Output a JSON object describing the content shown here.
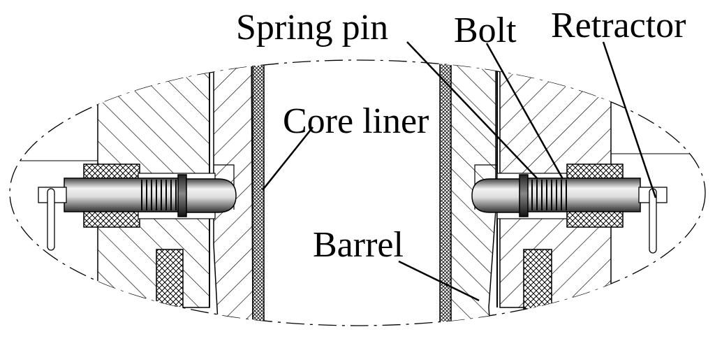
{
  "labels": {
    "spring_pin": "Spring pin",
    "bolt": "Bolt",
    "retractor": "Retractor",
    "core_liner": "Core liner",
    "barrel": "Barrel"
  }
}
